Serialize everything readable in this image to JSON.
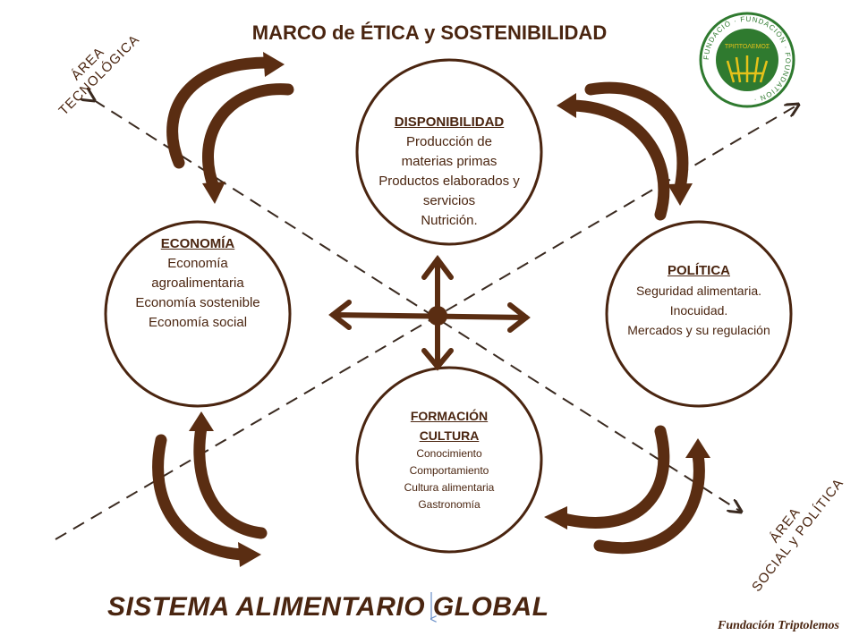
{
  "title": "MARCO de ÉTICA y SOSTENIBILIDAD",
  "axes": {
    "tech": [
      "ÁREA",
      "TECNOLÓGICA"
    ],
    "social": [
      "ÁREA",
      "SOCIAL y POLÍTICA"
    ]
  },
  "nodes": {
    "disponibilidad": {
      "heading": "DISPONIBILIDAD",
      "lines": [
        "Producción  de",
        "materias primas",
        "Productos elaborados y",
        "servicios",
        "Nutrición."
      ]
    },
    "economia": {
      "heading": "ECONOMÍA",
      "lines": [
        "Economía",
        "agroalimentaria",
        "Economía sostenible",
        "Economía social"
      ]
    },
    "politica": {
      "heading": "POLÍTICA",
      "lines": [
        "Seguridad alimentaria.",
        "Inocuidad.",
        "Mercados y su regulación"
      ]
    },
    "formacion": {
      "heading": [
        "FORMACIÓN",
        "CULTURA"
      ],
      "lines": [
        "Conocimiento",
        "Comportamiento",
        "Cultura alimentaria",
        "Gastronomía"
      ]
    }
  },
  "logo": {
    "ring_text": "FUNDACIÓ · FUNDACIÓN · FOUNDATION ·",
    "center_text": "ΤΡΙΠΤΟΛΕΜΟΣ"
  },
  "bottom_title": "SISTEMA ALIMENTARIO GLOBAL",
  "signature": "Fundación Triptolemos",
  "colors": {
    "brown": "#4a2510",
    "arrow": "#5a2d12",
    "logo_green": "#2f7a2f",
    "logo_gold": "#e6c21a",
    "dash": "#3a2a20",
    "small_arrow": "#6a8fc8"
  }
}
